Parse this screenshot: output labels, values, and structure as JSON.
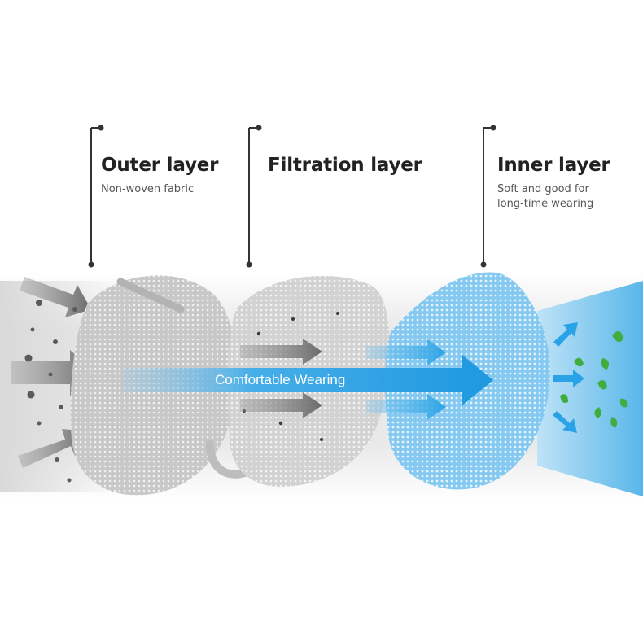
{
  "callouts": {
    "outer": {
      "title": "Outer layer",
      "subtitle": "Non-woven fabric"
    },
    "filtration": {
      "title": "Filtration layer",
      "subtitle": ""
    },
    "inner": {
      "title": "Inner layer",
      "subtitle_line1": "Soft and good for",
      "subtitle_line2": "long-time wearing"
    }
  },
  "banner": {
    "label": "Comfortable Wearing"
  },
  "colors": {
    "outer_layer": "#c9c9c9",
    "filtration_layer": "#d3d3d3",
    "inner_layer": "#8ccdf2",
    "arrow_blue": "#29a3e6",
    "arrow_gray": "#7a7a7a",
    "leaf_green": "#3fae3f",
    "text_dark": "#222222",
    "text_sub": "#555555"
  },
  "icons": [
    "callout-pointer-icon",
    "pollution-particle-icon",
    "airflow-arrow-icon",
    "leaf-icon"
  ]
}
